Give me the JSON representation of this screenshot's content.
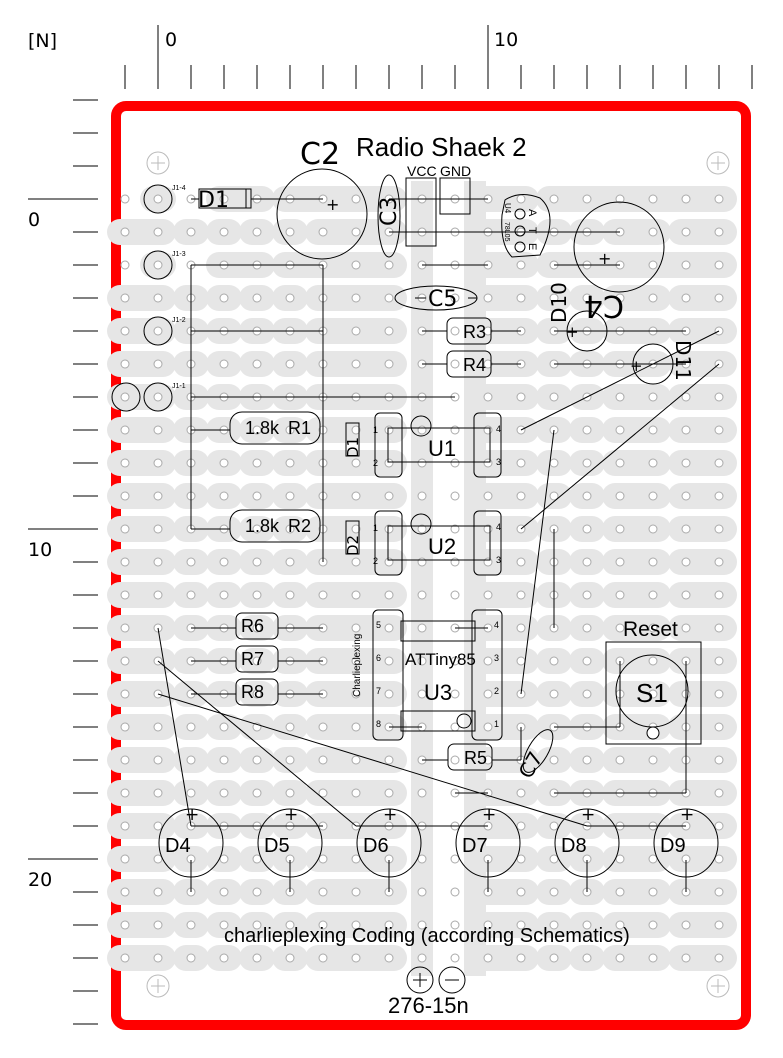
{
  "ruler": {
    "unit_label": "[N]",
    "top_ticks": [
      "0",
      "10"
    ],
    "left_ticks": [
      "0",
      "10",
      "20"
    ]
  },
  "board": {
    "title": "Radio Shaek 2",
    "footer_note": "charlieplexing Coding (according Schematics)",
    "part_number": "276-15n",
    "side_label": "Charlieplexing",
    "border_color": "#ff0000",
    "strip_color": "#e6e6e6"
  },
  "power": {
    "vcc": "VCC",
    "gnd": "GND"
  },
  "connector": {
    "pins": [
      "J1-4",
      "J1-3",
      "J1-2",
      "J1-1"
    ]
  },
  "components": {
    "d1_main": "D1",
    "c2": "C2",
    "c3": "C3",
    "c4": "C4",
    "c5": "C5",
    "c1": "C7",
    "u4": {
      "name": "U4",
      "part": "78L05",
      "pins": [
        "A",
        "T",
        "E"
      ]
    },
    "r3": "R3",
    "r4": "R4",
    "d10": "D10",
    "d11": "D11",
    "r1": {
      "value": "1.8k",
      "name": "R1"
    },
    "r2": {
      "value": "1.8k",
      "name": "R2"
    },
    "u1": {
      "name": "U1",
      "diode": "D1",
      "pins": [
        "1",
        "2",
        "4",
        "3"
      ]
    },
    "u2": {
      "name": "U2",
      "diode": "D2",
      "pins": [
        "1",
        "2",
        "4",
        "3"
      ]
    },
    "r6": "R6",
    "r7": "R7",
    "r8": "R8",
    "r5": "R5",
    "u3": {
      "name": "U3",
      "part": "ATTiny85",
      "pins": [
        "5",
        "6",
        "7",
        "8",
        "4",
        "3",
        "2",
        "1"
      ]
    },
    "s1": {
      "name": "S1",
      "label": "Reset"
    },
    "leds": [
      "D4",
      "D5",
      "D6",
      "D7",
      "D8",
      "D9"
    ]
  }
}
